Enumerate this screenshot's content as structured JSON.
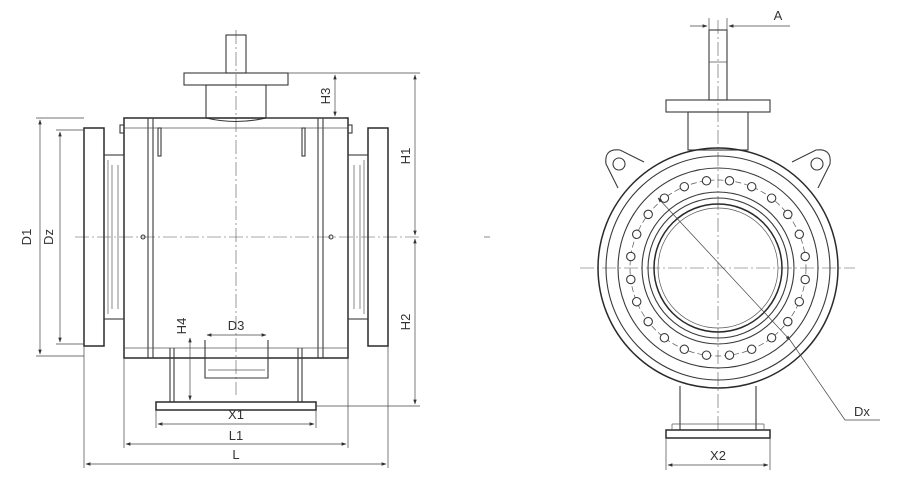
{
  "labels": {
    "a": "A",
    "d1": "D1",
    "dz": "Dz",
    "d3": "D3",
    "h1": "H1",
    "h2": "H2",
    "h3": "H3",
    "h4": "H4",
    "x1": "X1",
    "x2": "X2",
    "l": "L",
    "l1": "L1",
    "dx": "Dx"
  }
}
